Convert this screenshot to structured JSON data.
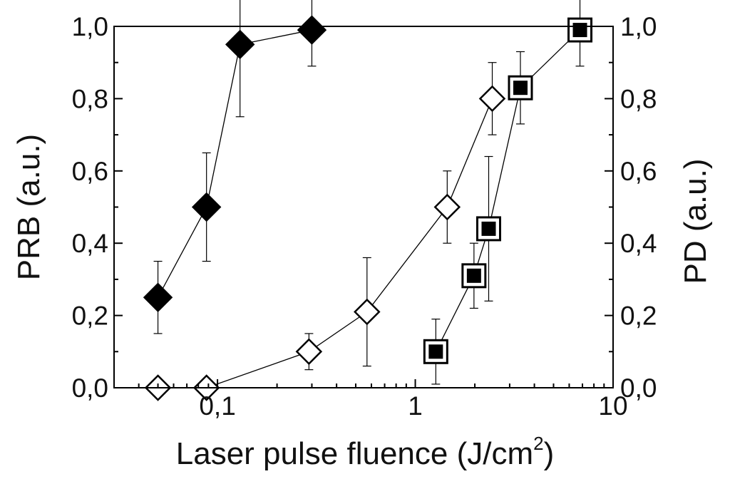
{
  "chart_data": {
    "type": "scatter",
    "x_scale": "log",
    "xlim": [
      0.03,
      10
    ],
    "ylim_left": [
      0,
      1
    ],
    "ylim_right": [
      0,
      1
    ],
    "grid": false,
    "xlabel_main": "Laser pulse fluence (J/cm",
    "xlabel_sup": "2",
    "xlabel_tail": ")",
    "ylabel_left": "PRB (a.u.)",
    "ylabel_right": "PD (a.u.)",
    "x_ticks": [
      {
        "value": 0.1,
        "label": "0,1"
      },
      {
        "value": 1,
        "label": "1"
      },
      {
        "value": 10,
        "label": "10"
      }
    ],
    "y_ticks": [
      {
        "value": 0.0,
        "label": "0,0"
      },
      {
        "value": 0.2,
        "label": "0,2"
      },
      {
        "value": 0.4,
        "label": "0,4"
      },
      {
        "value": 0.6,
        "label": "0,6"
      },
      {
        "value": 0.8,
        "label": "0,8"
      },
      {
        "value": 1.0,
        "label": "1,0"
      }
    ],
    "series": [
      {
        "axis": "left",
        "marker": "diamond-filled",
        "color": "#000000",
        "points": [
          {
            "x": 0.05,
            "y": 0.25,
            "err": 0.1
          },
          {
            "x": 0.088,
            "y": 0.5,
            "err": 0.15
          },
          {
            "x": 0.13,
            "y": 0.95,
            "err": 0.2
          },
          {
            "x": 0.3,
            "y": 0.99,
            "err": 0.1
          }
        ]
      },
      {
        "axis": "right",
        "marker": "diamond-open",
        "color": "#000000",
        "points": [
          {
            "x": 0.05,
            "y": 0.0,
            "err": 0.0
          },
          {
            "x": 0.088,
            "y": 0.0,
            "err": 0.0
          },
          {
            "x": 0.29,
            "y": 0.1,
            "err": 0.05
          },
          {
            "x": 0.57,
            "y": 0.21,
            "err": 0.15
          },
          {
            "x": 1.45,
            "y": 0.5,
            "err": 0.1
          },
          {
            "x": 2.45,
            "y": 0.8,
            "err": 0.1
          }
        ]
      },
      {
        "axis": "right",
        "marker": "square-bullseye",
        "color": "#000000",
        "points": [
          {
            "x": 1.27,
            "y": 0.1,
            "err": 0.09
          },
          {
            "x": 1.98,
            "y": 0.31,
            "err": 0.09
          },
          {
            "x": 2.35,
            "y": 0.44,
            "err": 0.2
          },
          {
            "x": 3.4,
            "y": 0.83,
            "err": 0.1
          },
          {
            "x": 6.8,
            "y": 0.99,
            "err": 0.1
          }
        ]
      }
    ]
  }
}
